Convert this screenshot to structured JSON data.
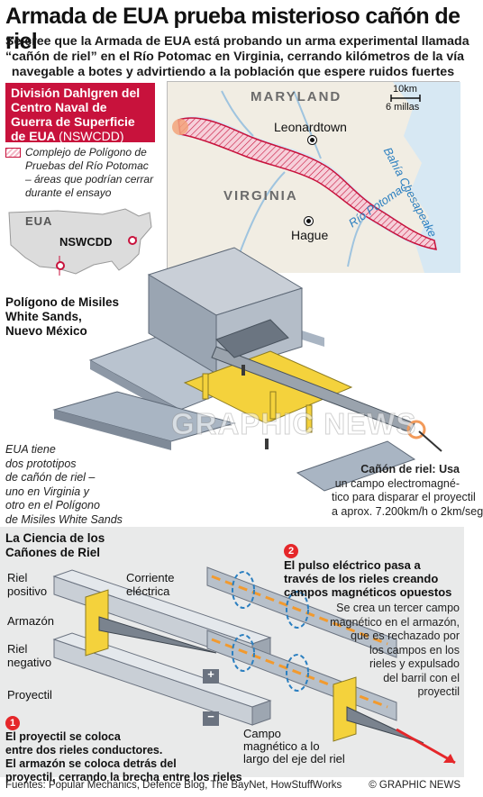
{
  "header": {
    "title": "Armada de EUA prueba misterioso cañón de riel",
    "subtitle_lines": [
      "Se cree que la Armada de EUA está probando un arma experimental llamada",
      "“cañón de riel” en el Río Potomac en Virginia, cerrando kilómetros de la vía",
      "navegable a botes y advirtiendo a la población que espere ruidos fuertes"
    ]
  },
  "map": {
    "facility_box_lines": [
      "División Dahlgren del",
      "Centro Naval de",
      "Guerra de Superficie",
      "de EUA"
    ],
    "facility_abbr": "(NSWCDD)",
    "legend_lines": [
      "Complejo de Polígono de",
      "Pruebas del Río Potomac",
      "– áreas que podrían cerrar",
      "durante el ensayo"
    ],
    "state_maryland": "MARYLAND",
    "state_virginia": "VIRGINIA",
    "town_leonardtown": "Leonardtown",
    "town_hague": "Hague",
    "bay_label": "Bahía Chesapeake",
    "river_label": "Río Potomac",
    "scale_km": "10km",
    "scale_mi": "6 millas",
    "colors": {
      "restricted": "#c8123c",
      "water": "#d7e8f3",
      "river_text": "#2b7fc0"
    }
  },
  "inset": {
    "country": "EUA",
    "site_label": "NSWCDD",
    "white_sands_lines": [
      "Polígono de Misiles",
      "White Sands,",
      "Nuevo México"
    ]
  },
  "notes": {
    "prototypes_lines": [
      "EUA tiene",
      "dos prototipos",
      "de cañón de riel –",
      "uno en Virginia y",
      "otro en el Polígono",
      "de Misiles White Sands"
    ],
    "railgun_lines": [
      "Cañón de riel: Usa",
      "un campo electromagné-",
      "tico para disparar el proyectil",
      "a aprox. 7.200km/h o 2km/seg"
    ]
  },
  "science": {
    "title_lines": [
      "La Ciencia de los",
      "Cañones de Riel"
    ],
    "labels": {
      "rail_pos": [
        "Riel",
        "positivo"
      ],
      "armature": "Armazón",
      "rail_neg": [
        "Riel",
        "negativo"
      ],
      "projectile": "Proyectil",
      "current": [
        "Corriente",
        "eléctrica"
      ],
      "field": [
        "Campo",
        "magnético a lo",
        "largo del eje del riel"
      ],
      "plus": "+",
      "minus": "−"
    },
    "step1_lines": [
      "El proyectil se coloca",
      "entre dos rieles conductores.",
      "El armazón se coloca detrás del",
      "proyectil, cerrando la brecha entre los rieles"
    ],
    "step1_num": "1",
    "step2_lines": [
      "El pulso eléctrico pasa a",
      "través de los rieles creando",
      "campos magnéticos opuestos"
    ],
    "step2_num": "2",
    "step2_desc_lines": [
      "Se crea un tercer campo",
      "magnético en el armazón,",
      "que es rechazado por",
      "los campos en los",
      "rieles y expulsado",
      "del barril con el",
      "proyectil"
    ]
  },
  "footer": {
    "sources": "Fuentes: Popular Mechanics, Defence Blog, The BayNet, HowStuffWorks",
    "credit": "© GRAPHIC NEWS",
    "watermark": "GRAPHIC NEWS"
  }
}
